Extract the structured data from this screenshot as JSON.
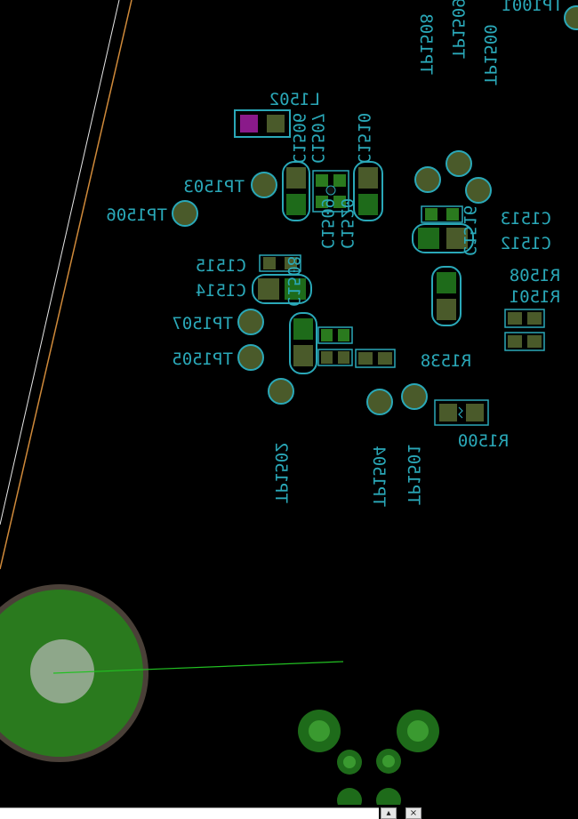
{
  "labels": {
    "tp1001": "TP1001",
    "l1502": "L1502",
    "c1506": "C1506",
    "c1507": "C1507",
    "c1510": "C1510",
    "tp1508": "TP1508",
    "tp1509": "TP1509",
    "tp1500": "TP1500",
    "tp1503": "TP1503",
    "tp1506": "TP1506",
    "c1513": "C1513",
    "c1512": "C1512",
    "c1515": "C1515",
    "c1514": "C1514",
    "c1509": "C1509",
    "c1520": "C1520",
    "r1508": "R1508",
    "r1501": "R1501",
    "c1516": "C1516",
    "tp1507": "TP1507",
    "tp1505": "TP1505",
    "c1508": "C1508",
    "r1538": "R1538",
    "tp1502": "TP1502",
    "tp1504": "TP1504",
    "tp1501": "TP1501",
    "r1500": "R1500"
  },
  "statusbar": {
    "scroll_up": "▴",
    "close": "×"
  },
  "colors": {
    "silkscreen": "#2aa8b8",
    "pad_fill": "#4a5a2a",
    "copper_green": "#2a7a1e",
    "board_edge": "#d08a3a",
    "selected_pad": "#8a1a8a"
  }
}
